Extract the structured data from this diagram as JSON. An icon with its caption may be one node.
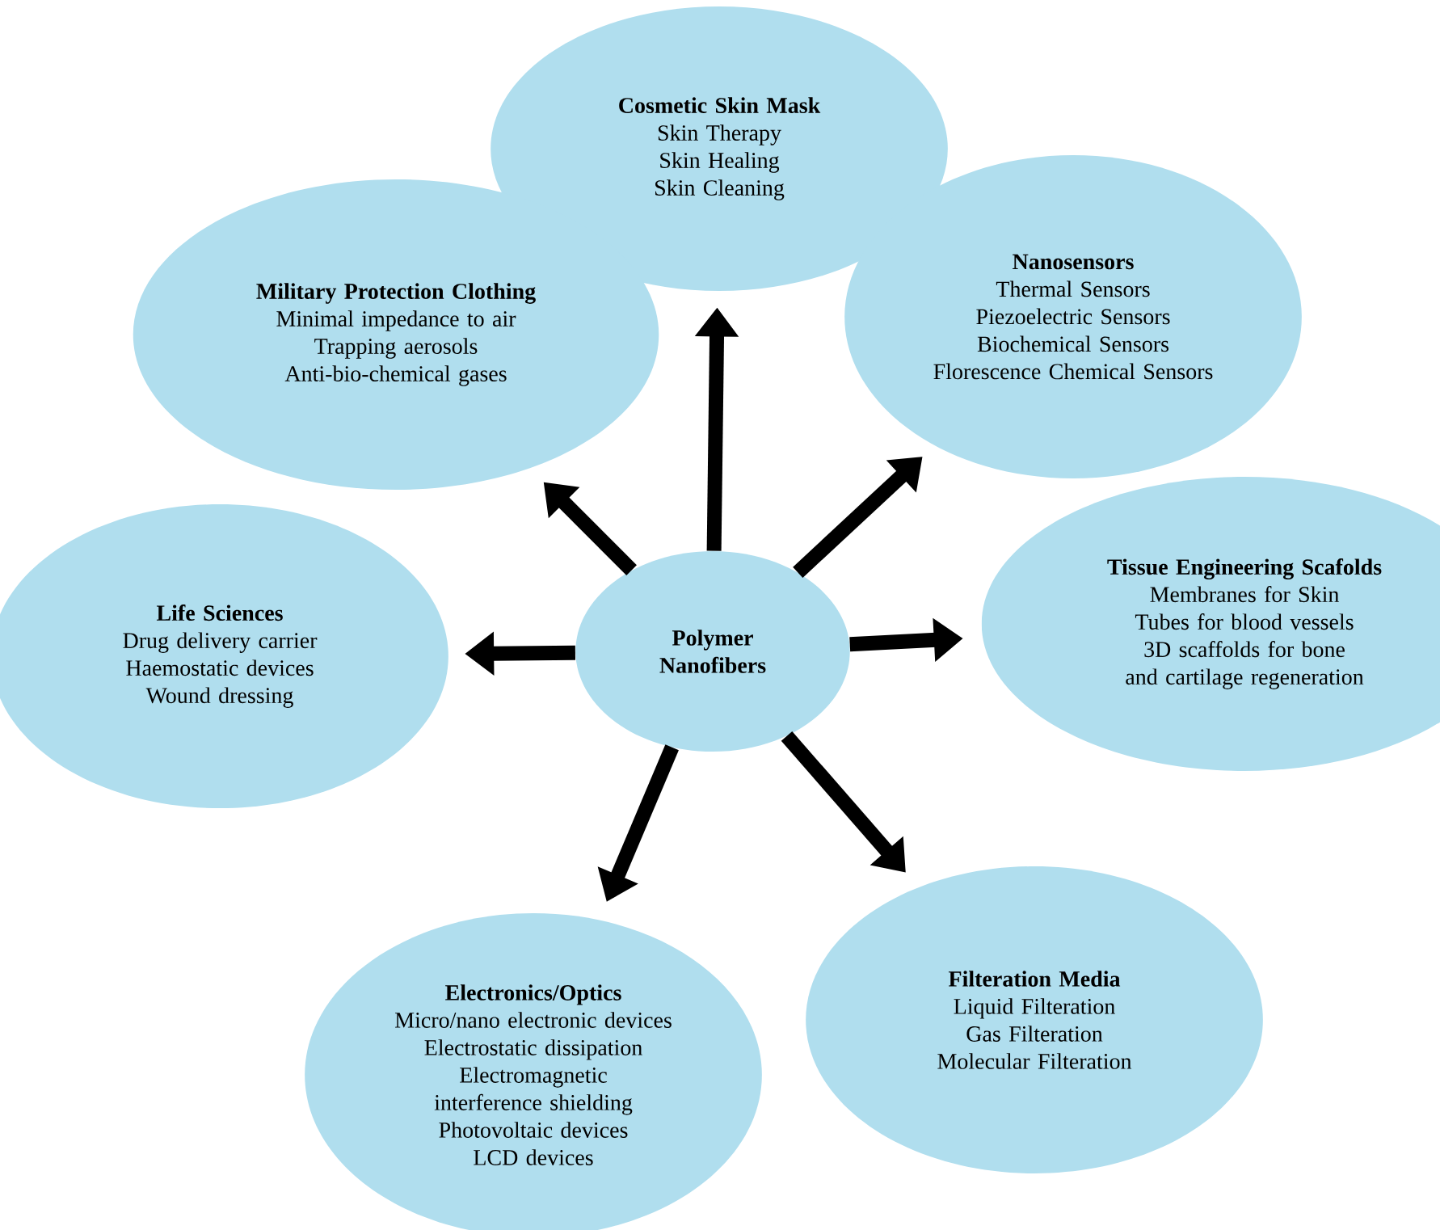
{
  "diagram": {
    "nodes": [
      {
        "text": [
          "Polymer Nanofibers"
        ]
      },
      {
        "text": [
          "Cosmetic Skin Mask",
          "Skin Therapy",
          "Skin Healing",
          "Skin Cleaning"
        ]
      },
      {
        "text": [
          "Military Protection Clothing",
          "Minimal impedance to air",
          "Trapping aerosols",
          "Anti-bio-chemical gases"
        ]
      },
      {
        "text": [
          "Nanosensors",
          "Thermal Sensors",
          "Piezoelectric Sensors",
          "Biochemical Sensors",
          "Florescence Chemical Sensors"
        ]
      },
      {
        "text": [
          "Life Sciences",
          "Drug delivery carrier",
          "Haemostatic devices",
          "Wound dressing"
        ]
      },
      {
        "text": [
          "Tissue Engineering Scafolds",
          "Membranes for Skin",
          "Tubes for blood vessels",
          "3D scaffolds for bone and cartilage regeneration"
        ]
      },
      {
        "text": [
          "Filteration Media",
          "Liquid Filteration",
          "Gas Filteration",
          "Molecular Filteration"
        ]
      },
      {
        "text": [
          "Electronics/Optics",
          "Micro/nano electronic devices",
          "Electrostatic dissipation",
          "Electromagnetic interference shielding",
          "Photovoltaic devices",
          "LCD devices"
        ]
      }
    ],
    "edges": [
      {
        "from": 0,
        "to": 1,
        "arrow": "to"
      },
      {
        "from": 0,
        "to": 2,
        "arrow": "to"
      },
      {
        "from": 0,
        "to": 3,
        "arrow": "to"
      },
      {
        "from": 0,
        "to": 4,
        "arrow": "to"
      },
      {
        "from": 0,
        "to": 5,
        "arrow": "to"
      },
      {
        "from": 0,
        "to": 6,
        "arrow": "to"
      },
      {
        "from": 0,
        "to": 7,
        "arrow": "to"
      }
    ]
  }
}
